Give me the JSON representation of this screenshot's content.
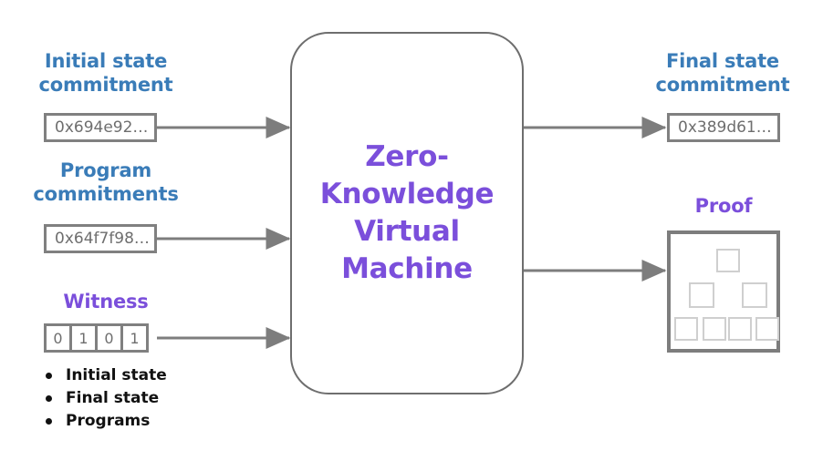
{
  "diagram": {
    "title": "Zero-Knowledge Virtual Machine",
    "colors": {
      "blue": "#3a7cb8",
      "purple": "#7b4fdb",
      "box_border": "#808080",
      "arrow": "#7d7d7d",
      "value_text": "#6e6e6e",
      "bullet_text": "#111111",
      "node_border": "#cfcfcf"
    }
  },
  "inputs": {
    "initial_state": {
      "heading": "Initial state\ncommitment",
      "value": "0x694e92…"
    },
    "program": {
      "heading": "Program\ncommitments",
      "value": "0x64f7f98…"
    },
    "witness": {
      "heading": "Witness",
      "bits": [
        "0",
        "1",
        "0",
        "1"
      ],
      "items": [
        "Initial state",
        "Final state",
        "Programs"
      ]
    }
  },
  "processor": {
    "label": "Zero-\nKnowledge\nVirtual\nMachine"
  },
  "outputs": {
    "final_state": {
      "heading": "Final state\ncommitment",
      "value": "0x389d61…"
    },
    "proof": {
      "heading": "Proof",
      "tree_type": "merkle-tree",
      "levels": 3,
      "leaf_count": 4
    }
  }
}
